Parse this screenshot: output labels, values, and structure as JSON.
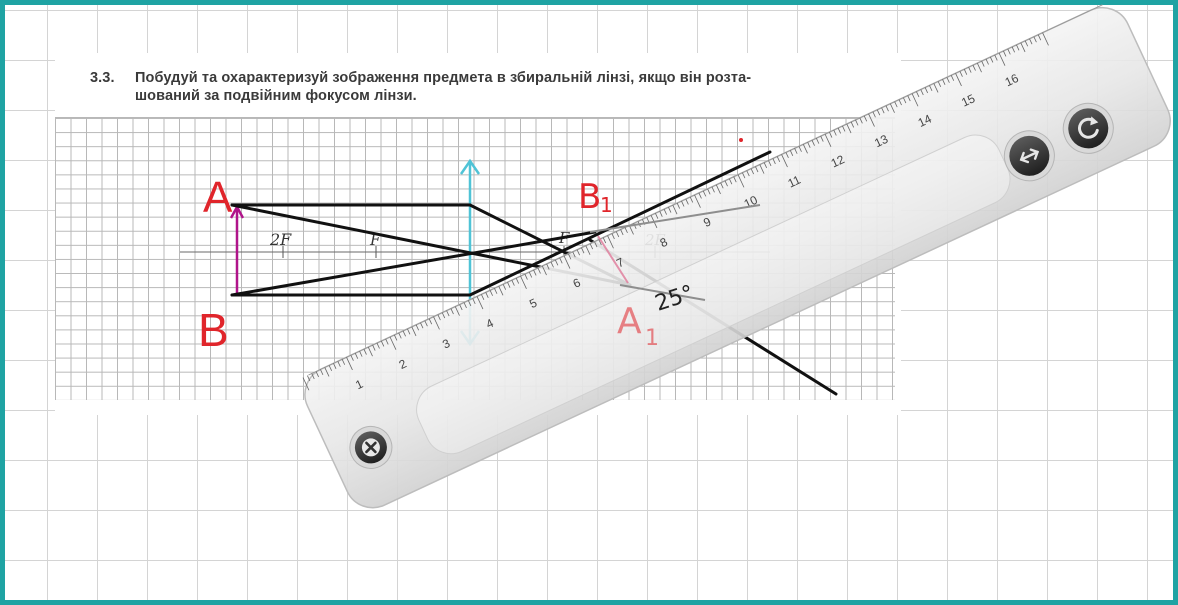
{
  "task": {
    "number": "3.3.",
    "line1": "Побудуй та охарактеризуй зображення предмета в збиральній лінзі, якщо він розта-",
    "line2": "шований за подвійним фокусом лінзи."
  },
  "diagram_labels": {
    "point_a": "A",
    "point_b": "B",
    "point_b1": "B",
    "point_b1_sub": "1",
    "point_a1": "A",
    "point_a1_sub": "1",
    "focus_2f_left": "2F",
    "focus_f_left": "F",
    "focus_f_right": "F",
    "focus_2f_right": "2F",
    "angle": "25°"
  },
  "ruler": {
    "tick_labels": [
      "1",
      "2",
      "3",
      "4",
      "5",
      "6",
      "7",
      "8",
      "9",
      "10",
      "11",
      "12",
      "13",
      "14",
      "15",
      "16"
    ],
    "rotation_deg": -25,
    "flip_button_icon": "double-arrow-icon",
    "rotate_button_icon": "rotate-icon",
    "close_button_icon": "close-icon"
  },
  "colors": {
    "frame": "#1fa3a3",
    "red_labels": "#e0252b",
    "lens": "#4fc3d6",
    "object_arrow": "#b0148a",
    "rays": "#111111"
  }
}
